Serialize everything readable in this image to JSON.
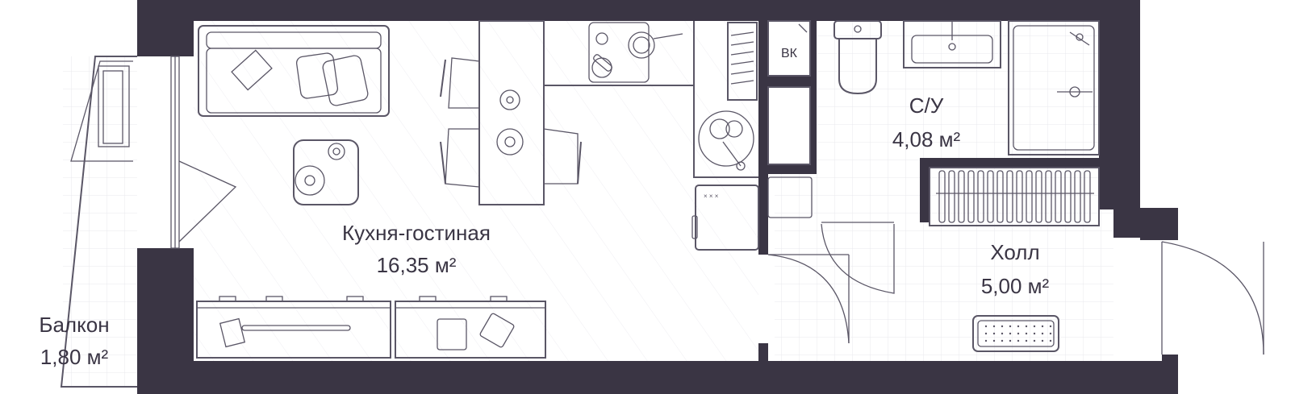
{
  "colors": {
    "wall": "#3a3544",
    "line": "#5a5666",
    "grid": "#e6e5ea",
    "text": "#3a3544",
    "background": "#ffffff"
  },
  "rooms": {
    "kitchen": {
      "name": "Кухня-гостиная",
      "area": "16,35 м²"
    },
    "bathroom": {
      "name": "С/У",
      "area": "4,08 м²"
    },
    "hall": {
      "name": "Холл",
      "area": "5,00 м²"
    },
    "balcony": {
      "name": "Балкон",
      "area": "1,80 м²"
    }
  },
  "labels": {
    "ventilation": "ВК"
  }
}
